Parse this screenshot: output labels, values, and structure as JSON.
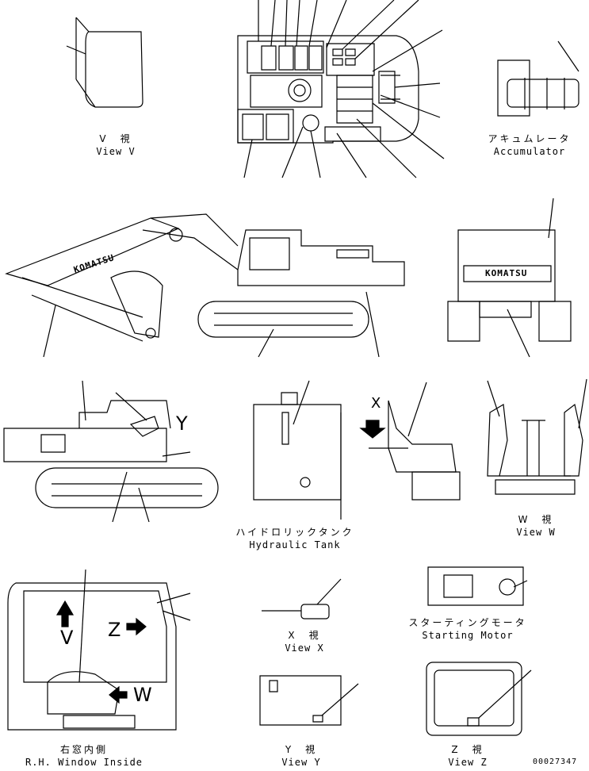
{
  "views": {
    "v": {
      "jp": "V　視",
      "en": "View V"
    },
    "acc": {
      "jp": "アキュムレータ",
      "en": "Accumulator"
    },
    "tank": {
      "jp": "ハイドロリックタンク",
      "en": "Hydraulic Tank"
    },
    "w": {
      "jp": "W　視",
      "en": "View W"
    },
    "x": {
      "jp": "X　視",
      "en": "View X"
    },
    "motor": {
      "jp": "スターティングモータ",
      "en": "Starting Motor"
    },
    "window": {
      "jp": "右窓内側",
      "en": "R.H. Window Inside"
    },
    "y": {
      "jp": "Y　視",
      "en": "View Y"
    },
    "z": {
      "jp": "Z　視",
      "en": "View Z"
    }
  },
  "markers": {
    "y": "Y",
    "x": "X",
    "v": "V",
    "z": "Z",
    "w": "W"
  },
  "brand": "KOMATSU",
  "drawing_code": "00027347"
}
